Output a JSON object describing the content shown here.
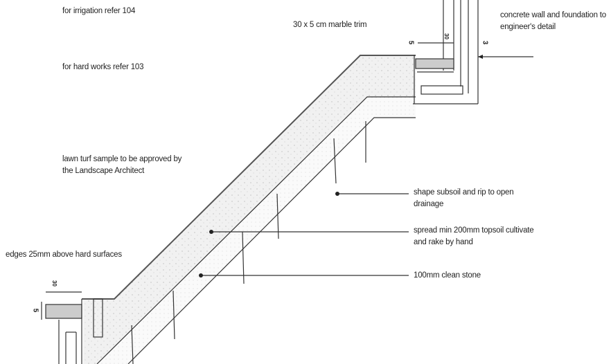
{
  "notes": {
    "irrigation": "for irrigation refer 104",
    "hard_works": "for hard works refer 103",
    "lawn_line1": "lawn turf sample to be approved by",
    "lawn_line2": "the Landscape Architect",
    "edges": "edges 25mm above hard surfaces",
    "marble_trim": "30 x 5 cm marble trim",
    "wall_line1": "concrete wall and foundation to",
    "wall_line2": "engineer's detail",
    "subsoil_line1": "shape subsoil and rip to open",
    "subsoil_line2": "drainage",
    "topsoil_line1": "spread min 200mm topsoil cultivate",
    "topsoil_line2": "and rake by hand",
    "stone": "100mm clean stone"
  },
  "dimensions": {
    "top_trim_height": "5",
    "top_trim_width": "30",
    "wall_gap": "3",
    "bottom_trim_width": "30",
    "bottom_trim_height": "5"
  }
}
